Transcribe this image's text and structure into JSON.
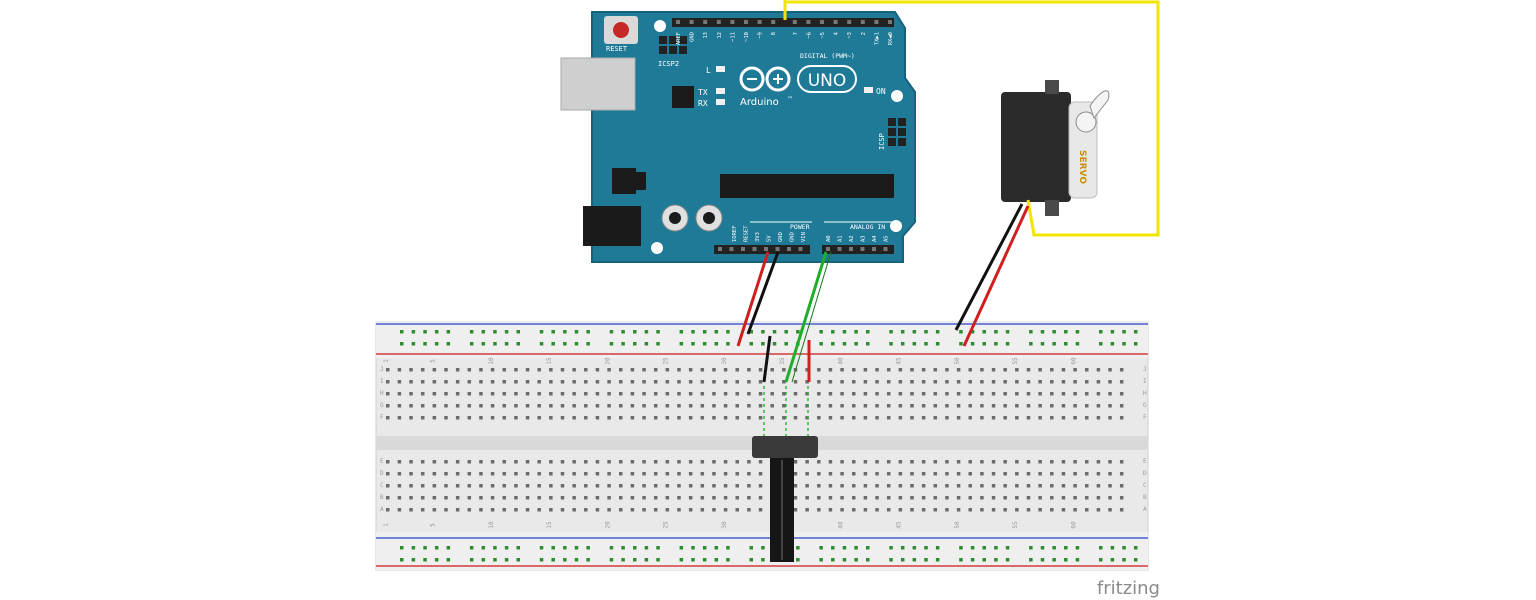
{
  "arduino": {
    "reset_label": "RESET",
    "icsp2_label": "ICSP2",
    "icsp_label": "ICSP",
    "led_l": "L",
    "led_tx": "TX",
    "led_rx": "RX",
    "on_label": "ON",
    "brand": "Arduino",
    "trademark": "™",
    "model": "UNO",
    "digital_label": "DIGITAL (PWM~)",
    "digital_pins": [
      "AREF",
      "GND",
      "13",
      "12",
      "~11",
      "~10",
      "~9",
      "8",
      "7",
      "~6",
      "~5",
      "4",
      "~3",
      "2",
      "TX▶1",
      "RX◀0"
    ],
    "power_label": "POWER",
    "power_pins": [
      "IOREF",
      "RESET",
      "3V3",
      "5V",
      "GND",
      "GND",
      "VIN"
    ],
    "analog_label": "ANALOG IN",
    "analog_pins": [
      "A0",
      "A1",
      "A2",
      "A3",
      "A4",
      "A5"
    ],
    "colors": {
      "board": "#1f7a98",
      "board_edge": "#16627c"
    }
  },
  "servo": {
    "label": "SERVO",
    "colors": {
      "body": "#2b2b2b",
      "horn": "#e8e8e8"
    }
  },
  "breadboard": {
    "column_numbers": [
      "1",
      "5",
      "10",
      "15",
      "20",
      "25",
      "30",
      "35",
      "40",
      "45",
      "50",
      "55",
      "60"
    ],
    "row_letters_top": [
      "J",
      "I",
      "H",
      "G",
      "F"
    ],
    "row_letters_bottom": [
      "E",
      "D",
      "C",
      "B",
      "A"
    ],
    "colors": {
      "body": "#e6e6e6",
      "hole": "#6b6b6b",
      "rail_red": "#d43c3c",
      "rail_blue": "#4a5fcf",
      "rail_hole": "#2e8b2e"
    }
  },
  "wires": {
    "colors": {
      "red": "#d01f1f",
      "black": "#111111",
      "green": "#1fae2a",
      "yellow": "#f2e600"
    }
  },
  "watermark": "fritzing"
}
